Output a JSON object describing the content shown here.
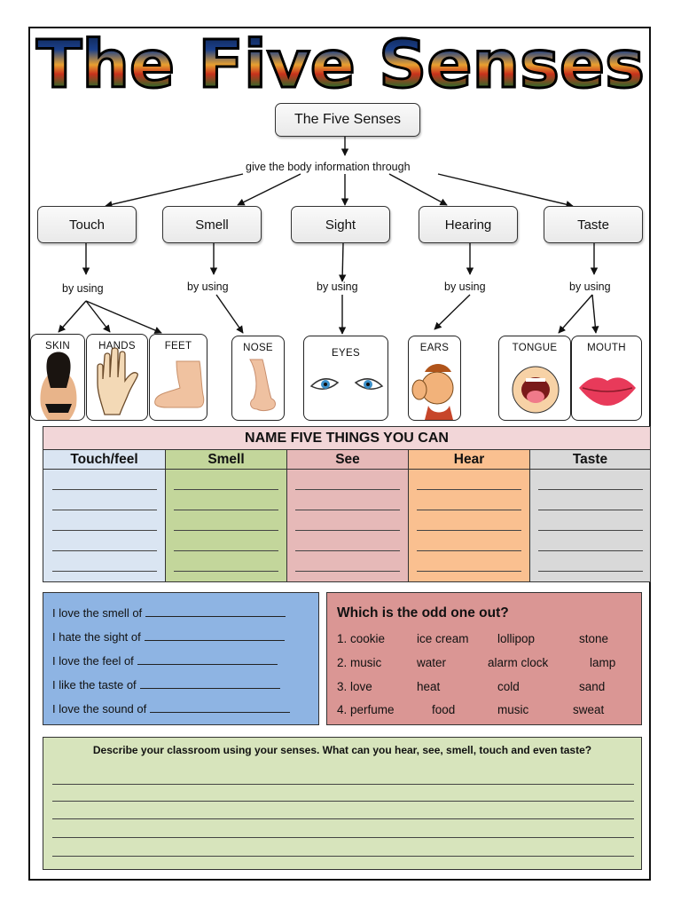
{
  "header": {
    "title": "The Five Senses"
  },
  "diagram": {
    "root": "The Five Senses",
    "connector": "give the body information through",
    "using_label": "by using",
    "senses": [
      "Touch",
      "Smell",
      "Sight",
      "Hearing",
      "Taste"
    ],
    "parts": [
      "SKIN",
      "HANDS",
      "FEET",
      "NOSE",
      "EYES",
      "EARS",
      "TONGUE",
      "MOUTH"
    ]
  },
  "table": {
    "heading": "NAME FIVE THINGS YOU CAN",
    "columns": [
      {
        "name": "Touch/feel",
        "color": "#dae5f2"
      },
      {
        "name": "Smell",
        "color": "#c3d69b"
      },
      {
        "name": "See",
        "color": "#e6b9b8"
      },
      {
        "name": "Hear",
        "color": "#fac090"
      },
      {
        "name": "Taste",
        "color": "#d9d9d9"
      }
    ]
  },
  "sentences": [
    "I love the smell of",
    "I hate the sight of",
    "I love the feel of",
    "I like the taste of",
    "I love the sound of"
  ],
  "odd_one_out": {
    "title": "Which is the odd one out?",
    "rows": [
      [
        "1. cookie",
        "ice cream",
        "lollipop",
        "stone"
      ],
      [
        "2. music",
        "water",
        "alarm clock",
        "lamp"
      ],
      [
        "3. love",
        "heat",
        "cold",
        "sand"
      ],
      [
        "4. perfume",
        "food",
        "music",
        "sweat"
      ]
    ]
  },
  "describe": {
    "question": "Describe your classroom using your senses. What can you hear, see, smell, touch and even taste?"
  }
}
